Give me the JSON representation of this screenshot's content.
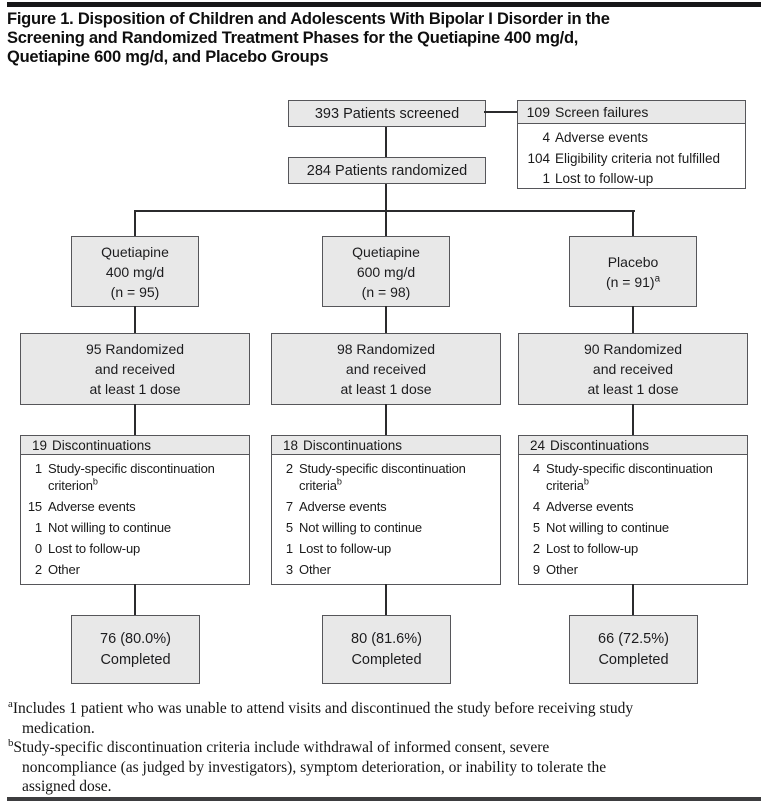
{
  "title_lines": [
    "Figure 1. Disposition of Children and Adolescents With Bipolar I Disorder in the",
    "Screening and Randomized Treatment Phases for the Quetiapine 400 mg/d,",
    "Quetiapine 600 mg/d, and Placebo Groups"
  ],
  "screened": {
    "label": "393 Patients screened"
  },
  "screen_failures": {
    "header_n": "109",
    "header_label": "Screen failures",
    "items": [
      {
        "n": "4",
        "label": "Adverse events"
      },
      {
        "n": "104",
        "label": "Eligibility criteria not fulfilled"
      },
      {
        "n": "1",
        "label": "Lost to follow-up"
      }
    ]
  },
  "randomized": {
    "label": "284 Patients randomized"
  },
  "arms": [
    {
      "box": {
        "l1": "Quetiapine",
        "l2": "400 mg/d",
        "l3": "(n = 95)"
      },
      "received": [
        "95 Randomized",
        "and received",
        "at least 1 dose"
      ],
      "disc": {
        "header_n": "19",
        "header_label": "Discontinuations",
        "items": [
          {
            "n": "1",
            "label": "Study-specific discontinuation criterion",
            "sup": "b"
          },
          {
            "n": "15",
            "label": "Adverse events"
          },
          {
            "n": "1",
            "label": "Not willing to continue"
          },
          {
            "n": "0",
            "label": "Lost to follow-up"
          },
          {
            "n": "2",
            "label": "Other"
          }
        ]
      },
      "completed": {
        "l1": "76 (80.0%)",
        "l2": "Completed"
      }
    },
    {
      "box": {
        "l1": "Quetiapine",
        "l2": "600 mg/d",
        "l3": "(n = 98)"
      },
      "received": [
        "98 Randomized",
        "and received",
        "at least 1 dose"
      ],
      "disc": {
        "header_n": "18",
        "header_label": "Discontinuations",
        "items": [
          {
            "n": "2",
            "label": "Study-specific discontinuation criteria",
            "sup": "b"
          },
          {
            "n": "7",
            "label": "Adverse events"
          },
          {
            "n": "5",
            "label": "Not willing to continue"
          },
          {
            "n": "1",
            "label": "Lost to follow-up"
          },
          {
            "n": "3",
            "label": "Other"
          }
        ]
      },
      "completed": {
        "l1": "80 (81.6%)",
        "l2": "Completed"
      }
    },
    {
      "box": {
        "l1": "Placebo",
        "l2": "(n = 91)",
        "l2sup": "a"
      },
      "received": [
        "90 Randomized",
        "and received",
        "at least 1 dose"
      ],
      "disc": {
        "header_n": "24",
        "header_label": "Discontinuations",
        "items": [
          {
            "n": "4",
            "label": "Study-specific discontinuation criteria",
            "sup": "b"
          },
          {
            "n": "4",
            "label": "Adverse events"
          },
          {
            "n": "5",
            "label": "Not willing to continue"
          },
          {
            "n": "2",
            "label": "Lost to follow-up"
          },
          {
            "n": "9",
            "label": "Other"
          }
        ]
      },
      "completed": {
        "l1": "66 (72.5%)",
        "l2": "Completed"
      }
    }
  ],
  "footnotes": [
    {
      "marker": "a",
      "lines": [
        "Includes 1 patient who was unable to attend visits and discontinued the study before receiving study",
        "medication."
      ]
    },
    {
      "marker": "b",
      "lines": [
        "Study-specific discontinuation criteria include withdrawal of informed consent, severe",
        "noncompliance (as judged by investigators), symptom deterioration, or inability to tolerate the",
        "assigned dose."
      ]
    }
  ],
  "colors": {
    "box_fill": "#e8e8e8",
    "box_border": "#56565a",
    "line": "#2b2b2d",
    "rule": "#1c1c1e"
  }
}
